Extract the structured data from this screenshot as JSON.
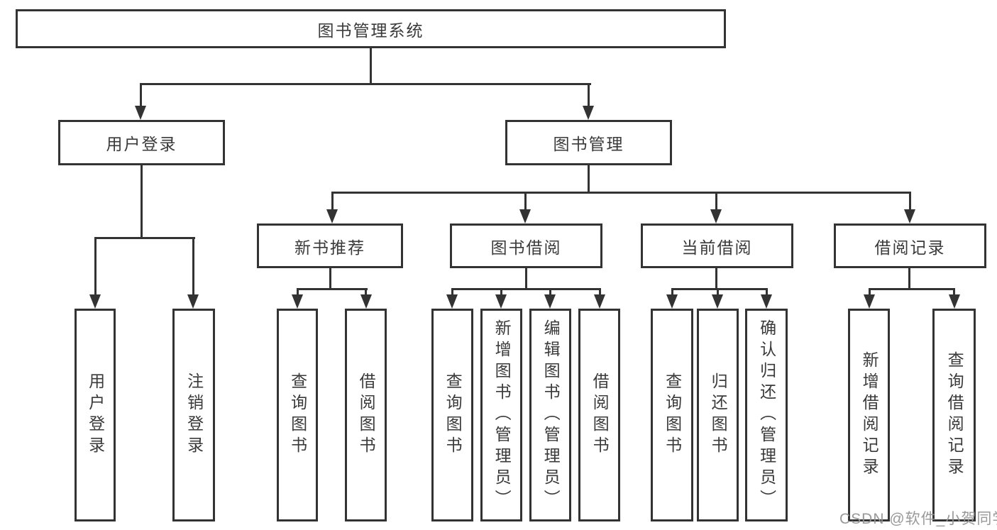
{
  "tree": {
    "root": {
      "label": "图书管理系统",
      "children": [
        {
          "label": "用户登录",
          "children": [
            {
              "label": "用户登录"
            },
            {
              "label": "注销登录"
            }
          ]
        },
        {
          "label": "图书管理",
          "children": [
            {
              "label": "新书推荐",
              "children": [
                {
                  "label": "查询图书"
                },
                {
                  "label": "借阅图书"
                }
              ]
            },
            {
              "label": "图书借阅",
              "children": [
                {
                  "label": "查询图书"
                },
                {
                  "label": "新增图书（管理员）"
                },
                {
                  "label": "编辑图书（管理员）"
                },
                {
                  "label": "借阅图书"
                }
              ]
            },
            {
              "label": "当前借阅",
              "children": [
                {
                  "label": "查询图书"
                },
                {
                  "label": "归还图书"
                },
                {
                  "label": "确认归还（管理员）"
                }
              ]
            },
            {
              "label": "借阅记录",
              "children": [
                {
                  "label": "新增借阅记录"
                },
                {
                  "label": "查询借阅记录"
                }
              ]
            }
          ]
        }
      ]
    }
  },
  "watermark": {
    "text": "CSDN @软件_小贺同学"
  },
  "colors": {
    "line": "#333333",
    "text": "#3a3a3a",
    "background": "#ffffff",
    "watermark": "#949494"
  }
}
